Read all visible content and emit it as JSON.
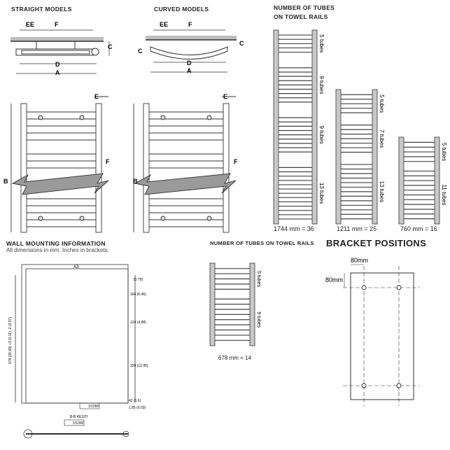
{
  "headings": {
    "straight": "STRAIGHT MODELS",
    "curved": "CURVED MODELS",
    "tubes_line1": "NUMBER OF TUBES",
    "tubes_line2": "ON TOWEL RAILS",
    "wall": "WALL MOUNTING INFORMATION",
    "wall_note": "All dimensions in mm. Inches in brackets.",
    "tubes_small": "NUMBER OF TUBES ON TOWEL RAILS",
    "bracket": "BRACKET POSITIONS"
  },
  "dimension_letters": {
    "a": "A",
    "b": "B",
    "c": "C",
    "d": "D",
    "e": "E",
    "ee": "EE",
    "f": "F"
  },
  "rails": [
    {
      "caption": "1744 mm = 36",
      "groups": [
        {
          "n": 5,
          "label": "5 tubes"
        },
        {
          "n": 9,
          "label": "9 tubes"
        },
        {
          "n": 9,
          "label": "9 tubes"
        },
        {
          "n": 13,
          "label": "13 tubes"
        }
      ]
    },
    {
      "caption": "1211 mm = 25",
      "groups": [
        {
          "n": 5,
          "label": "5 tubes"
        },
        {
          "n": 7,
          "label": "7 tubes"
        },
        {
          "n": 13,
          "label": "13 tubes"
        }
      ]
    },
    {
      "caption": "760 mm = 16",
      "groups": [
        {
          "n": 5,
          "label": "5 tubes"
        },
        {
          "n": 11,
          "label": "11 tubes"
        }
      ]
    },
    {
      "caption": "678 mm = 14",
      "groups": [
        {
          "n": 5,
          "label": "5 tubes"
        },
        {
          "n": 9,
          "label": "9 tubes"
        }
      ]
    }
  ],
  "bracket": {
    "horizontal": "80mm",
    "vertical": "80mm"
  },
  "wall_dims": {
    "width": "A3",
    "top": "(0.79)",
    "d1": "164 (6.46)",
    "d2": "124 (4.88)",
    "d3": "329 (12.95)",
    "bottom1": "42 (1.6)",
    "bottom2": "1.85 (0.03)",
    "height": "678 (26.69) +3 (0.11) -2 (0.07)",
    "tol": "1/1000",
    "section": "B-B KESITI",
    "section_tol": "1/1000"
  },
  "colors": {
    "rail": "#c8c8c8",
    "wall": "#bdbdbd",
    "line": "#333333"
  }
}
